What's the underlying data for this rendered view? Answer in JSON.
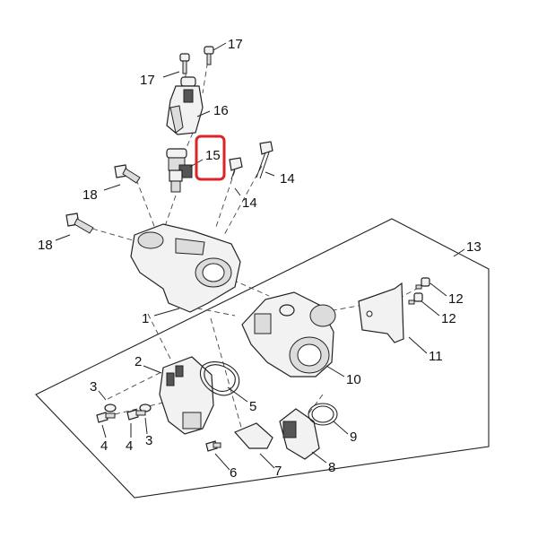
{
  "diagram": {
    "callouts": {
      "c1": "1",
      "c2": "2",
      "c3a": "3",
      "c3b": "3",
      "c4a": "4",
      "c4b": "4",
      "c5": "5",
      "c6": "6",
      "c7": "7",
      "c8": "8",
      "c9": "9",
      "c10": "10",
      "c11": "11",
      "c12a": "12",
      "c12b": "12",
      "c13": "13",
      "c14a": "14",
      "c14b": "14",
      "c15": "15",
      "c16": "16",
      "c17a": "17",
      "c17b": "17",
      "c18a": "18",
      "c18b": "18"
    },
    "highlight_color": "#d9252a",
    "highlighted_callout": "15"
  }
}
